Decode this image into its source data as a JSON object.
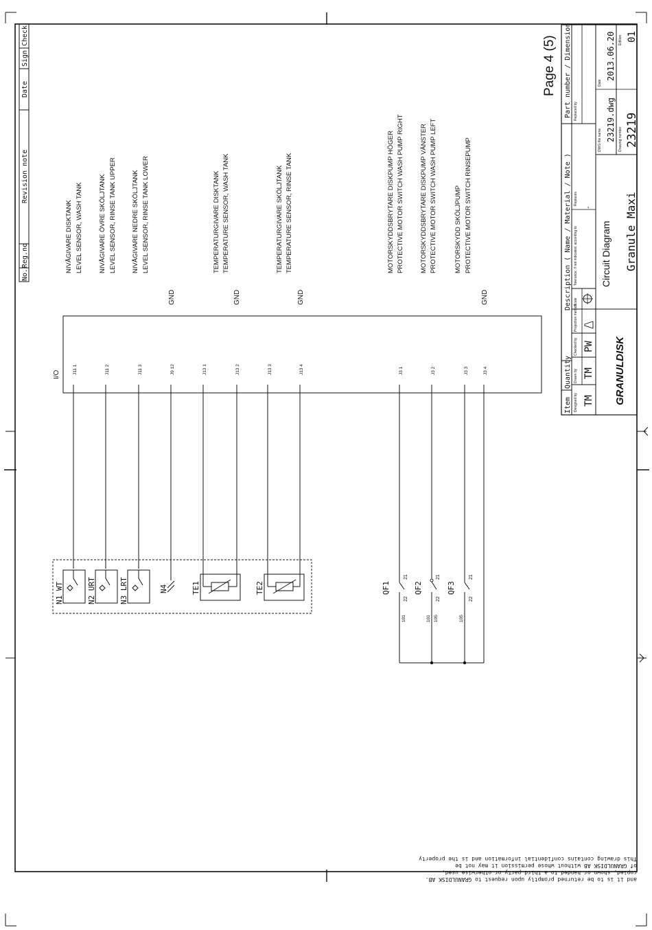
{
  "title_block": {
    "page": "Page 4 (5)",
    "part_header": "Part number / Dimension",
    "desc_header": "Description ( Name / Material / Note )",
    "item": "Item",
    "quantity": "Quantity",
    "designed_by_label": "Designed by",
    "drawn_by_label": "Drawn by",
    "checked_by_label": "Checked by",
    "projection_label": "Projection method",
    "scale_label": "Scale",
    "tolerance_label": "Tolerance, if not indicated, according to",
    "replaces_label": "Replaces",
    "replaced_by_label": "Replaced by",
    "dwg_label": "DWG-file name",
    "drawing_number_label": "Drawing number",
    "date_label": "Date",
    "edition_label": "Edition",
    "designed_by": "TM",
    "drawn_by": "TM",
    "checked_by": "PW",
    "tolerance": "-",
    "diagram_title": "Circuit Diagram",
    "product": "Granule Maxi",
    "dwg_file": "23219.dwg",
    "drawing_number": "23219",
    "date": "2013.06.20",
    "edition": "01",
    "brand": "GRANULDISK"
  },
  "revision_header": {
    "no": "No.",
    "reg_no": "Reg.no",
    "revision_note": "Revision note",
    "date": "Date",
    "sign": "Sign",
    "check": "Check"
  },
  "io_label": "I/O",
  "gnd": "GND",
  "terminals": [
    {
      "conn": "J11",
      "pin": "1"
    },
    {
      "conn": "J11",
      "pin": "2"
    },
    {
      "conn": "J11",
      "pin": "3"
    },
    {
      "conn": "J9",
      "pin": "12"
    },
    {
      "conn": "J13",
      "pin": "1"
    },
    {
      "conn": "J13",
      "pin": "2"
    },
    {
      "conn": "J13",
      "pin": "3"
    },
    {
      "conn": "J13",
      "pin": "4"
    },
    {
      "conn": "J3",
      "pin": "1"
    },
    {
      "conn": "J3",
      "pin": "2"
    },
    {
      "conn": "J3",
      "pin": "3"
    },
    {
      "conn": "J3",
      "pin": "4"
    }
  ],
  "descriptions": [
    {
      "sv": "NIVÅGIVARE DISKTANK",
      "en": "LEVEL SENSOR, WASH TANK"
    },
    {
      "sv": "NIVÅGIVARE ÖVRE SKÖLJTANK",
      "en": "LEVEL SENSOR, RINSE TANK UPPER"
    },
    {
      "sv": "NIVÅGIVARE NEDRE SKÖLJTANK",
      "en": "LEVEL SENSOR, RINSE TANK LOWER"
    },
    {
      "sv": "TEMPERATURGIVARE DISKTANK",
      "en": "TEMPERATURE SENSOR, WASH TANK"
    },
    {
      "sv": "TEMPERATURGIVARE SKÖLJTANK",
      "en": "TEMPERATURE SENSOR, RINSE TANK"
    },
    {
      "sv": "MOTORSKYDDSBRYTARE DISKPUMP  HÖGER",
      "en": "PROTECTIVE MOTOR SWITCH WASH PUMP  RIGHT"
    },
    {
      "sv": "MOTORSKYDDSBRYTARE DISKPUMP  VÄNSTER",
      "en": "PROTECTIVE MOTOR SWITCH WASH PUMP LEFT"
    },
    {
      "sv": "MOTORSKYDD  SKÖLJPUMP",
      "en": "PROTECTIVE MOTOR SWITCH  RINSEPUMP"
    }
  ],
  "sensors": {
    "n1": "N1 WT",
    "n2": "N2 URT",
    "n3": "N3 LRT",
    "n4": "N4",
    "te1": "TE1",
    "te2": "TE2"
  },
  "breakers": [
    {
      "name": "QF1",
      "p21": "21",
      "p22": "22",
      "wire": "101"
    },
    {
      "name": "QF2",
      "p21": "21",
      "p22": "22",
      "wire": "101",
      "wire2": "105"
    },
    {
      "name": "QF3",
      "p21": "21",
      "p22": "22",
      "wire": "105"
    }
  ],
  "notice": [
    "This drawing contains confidential information and is the property",
    "of GRANULDISK AB without whose permission it may not be",
    "copied, shown or handed to a third party or otherwise used,",
    "and it is to be returned promptly upon request to GRANULDISK AB."
  ]
}
